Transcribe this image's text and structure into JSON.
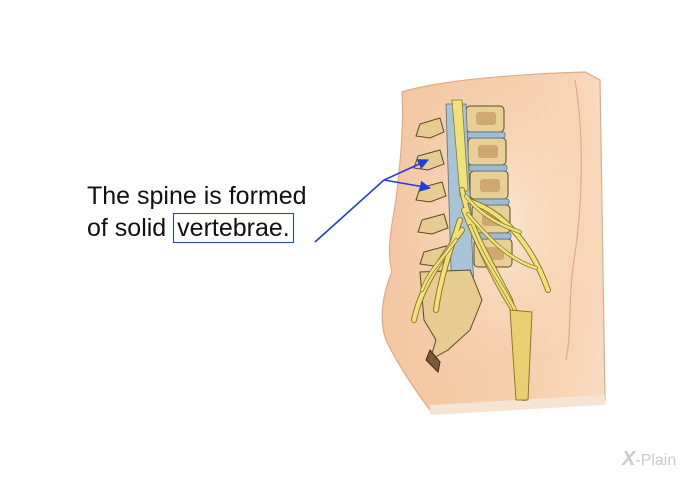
{
  "caption": {
    "line1": "The spine is formed",
    "line2_prefix": "of solid ",
    "highlight": "vertebrae."
  },
  "logo": {
    "mark": "X",
    "text": "-Plain"
  },
  "colors": {
    "skin": "#f1c8a3",
    "bone": "#e8cf95",
    "disc": "#9fbcd0",
    "nerve": "#f2e07a",
    "arrow": "#1d3fd6"
  },
  "icons": [
    "spine-illustration",
    "xplain-logo-icon"
  ]
}
